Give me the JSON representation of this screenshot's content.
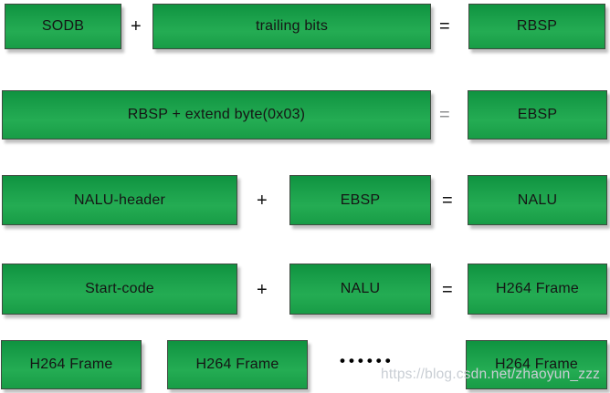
{
  "rows": [
    {
      "cells": [
        {
          "kind": "box",
          "label": "SODB"
        },
        {
          "kind": "operator",
          "label": "+"
        },
        {
          "kind": "box",
          "label": "trailing bits"
        },
        {
          "kind": "operator",
          "label": "="
        },
        {
          "kind": "box",
          "label": "RBSP"
        }
      ]
    },
    {
      "cells": [
        {
          "kind": "box",
          "label": "RBSP + extend byte(0x03)"
        },
        {
          "kind": "operator",
          "label": "="
        },
        {
          "kind": "box",
          "label": "EBSP"
        }
      ]
    },
    {
      "cells": [
        {
          "kind": "box",
          "label": "NALU-header"
        },
        {
          "kind": "operator",
          "label": "+"
        },
        {
          "kind": "box",
          "label": "EBSP"
        },
        {
          "kind": "operator",
          "label": "="
        },
        {
          "kind": "box",
          "label": "NALU"
        }
      ]
    },
    {
      "cells": [
        {
          "kind": "box",
          "label": "Start-code"
        },
        {
          "kind": "operator",
          "label": "+"
        },
        {
          "kind": "box",
          "label": "NALU"
        },
        {
          "kind": "operator",
          "label": "="
        },
        {
          "kind": "box",
          "label": "H264 Frame"
        }
      ]
    },
    {
      "cells": [
        {
          "kind": "box",
          "label": "H264 Frame"
        },
        {
          "kind": "box",
          "label": "H264 Frame"
        },
        {
          "kind": "ellipsis",
          "label": "••••••"
        },
        {
          "kind": "box",
          "label": "H264 Frame"
        }
      ]
    }
  ],
  "watermark": {
    "text": "https://blog.csdn.net/zhaoyun_zzz"
  },
  "colors": {
    "box_green_top": "#0f9340",
    "box_green_mid": "#24ac53",
    "box_border": "#3f4a40",
    "operator_black": "#111111",
    "operator_gray_row2": "#8f9091",
    "watermark_gray": "#c9ced4"
  }
}
